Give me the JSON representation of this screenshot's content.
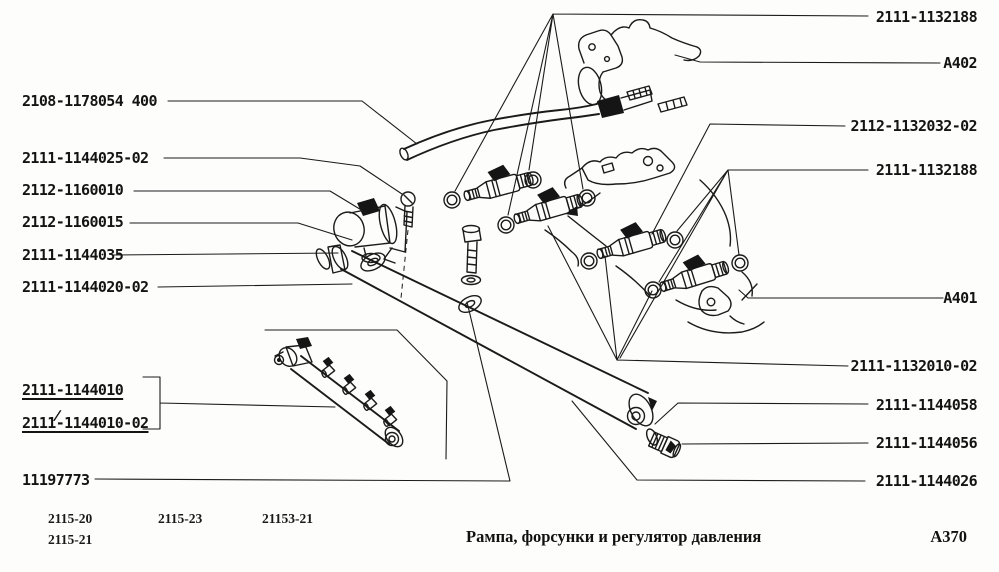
{
  "page": {
    "caption": "Рампа, форсунки и регулятор давления",
    "page_code": "A370"
  },
  "footer_models": [
    "2115-20",
    "2115-21",
    "2115-23",
    "21153-21"
  ],
  "labels_left": [
    {
      "text": "2108-1178054 400"
    },
    {
      "text": "2111-1144025-02"
    },
    {
      "text": "2112-1160010"
    },
    {
      "text": "2112-1160015"
    },
    {
      "text": "2111-1144035"
    },
    {
      "text": "2111-1144020-02"
    },
    {
      "text": "2111-1144010",
      "underlined": true
    },
    {
      "text": "2111-1144010-02",
      "underlined": true,
      "hyphen_mark": "/"
    },
    {
      "text": "11197773"
    }
  ],
  "labels_right": [
    {
      "text": "2111-1132188"
    },
    {
      "text": "A402"
    },
    {
      "text": "2112-1132032-02"
    },
    {
      "text": "2111-1132188"
    },
    {
      "text": "A401"
    },
    {
      "text": "2111-1132010-02"
    },
    {
      "text": "2111-1144058"
    },
    {
      "text": "2111-1144056"
    },
    {
      "text": "2111-1144026"
    }
  ],
  "colors": {
    "ink": "#1b1b1b",
    "paper": "#fdfdfc"
  }
}
